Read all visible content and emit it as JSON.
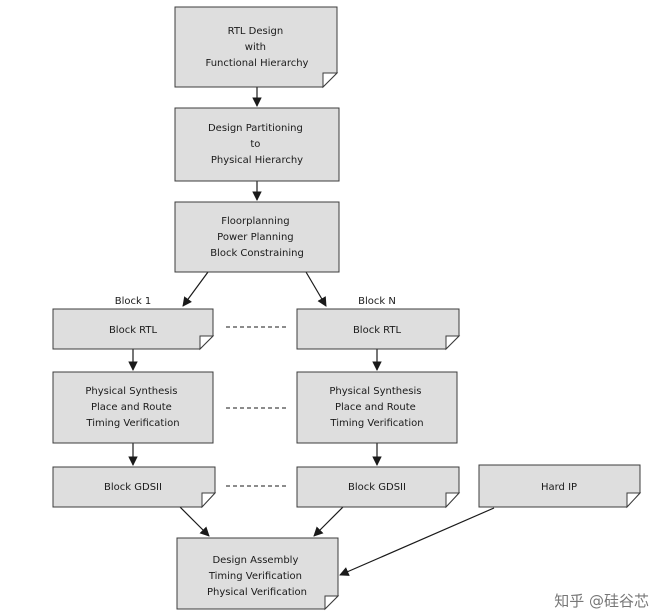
{
  "nodes": {
    "rtl_design": [
      "RTL Design",
      "with",
      "Functional Hierarchy"
    ],
    "partitioning": [
      "Design Partitioning",
      "to",
      "Physical Hierarchy"
    ],
    "floorplanning": [
      "Floorplanning",
      "Power Planning",
      "Block Constraining"
    ],
    "block1_rtl": [
      "Block RTL"
    ],
    "blockn_rtl": [
      "Block RTL"
    ],
    "block1_synth": [
      "Physical Synthesis",
      "Place and Route",
      "Timing Verification"
    ],
    "blockn_synth": [
      "Physical Synthesis",
      "Place and Route",
      "Timing Verification"
    ],
    "block1_gds": [
      "Block GDSII"
    ],
    "blockn_gds": [
      "Block GDSII"
    ],
    "hard_ip": [
      "Hard IP"
    ],
    "assembly": [
      "Design Assembly",
      "Timing Verification",
      "Physical Verification"
    ]
  },
  "branch_labels": {
    "block1": "Block 1",
    "blockn": "Block N"
  },
  "watermark": "知乎 @硅谷芯"
}
